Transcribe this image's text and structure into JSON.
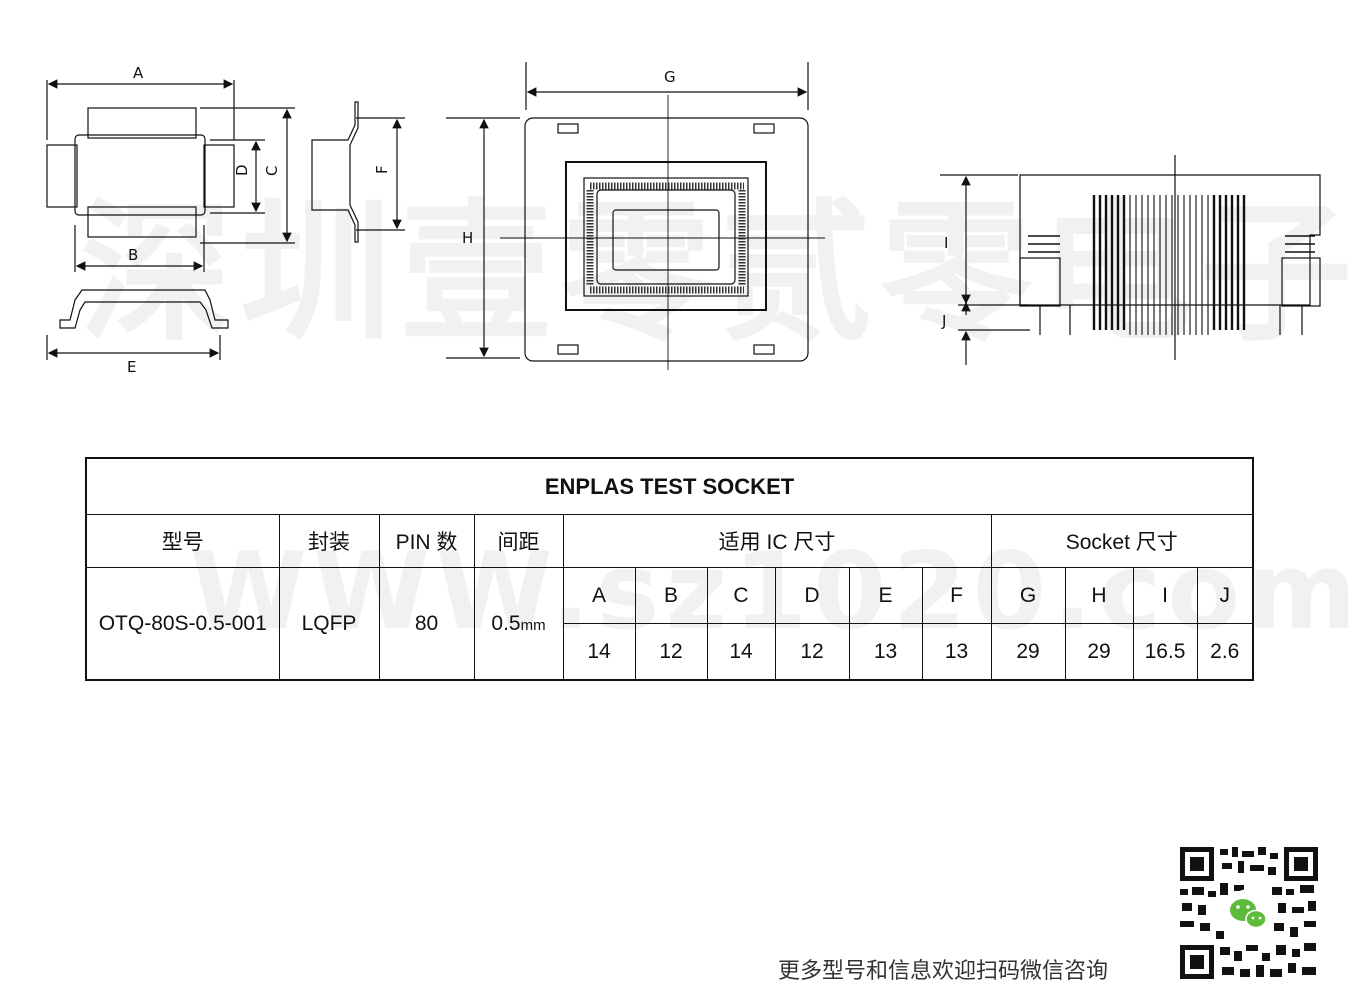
{
  "watermark": {
    "line1": "深圳壹零贰零电子",
    "line2": "WWW.sz1020.com"
  },
  "drawing_labels": {
    "A": "A",
    "B": "B",
    "C": "C",
    "D": "D",
    "E": "E",
    "F": "F",
    "G": "G",
    "H": "H",
    "I": "I",
    "J": "J"
  },
  "table": {
    "title": "ENPLAS TEST SOCKET",
    "headers": {
      "model": "型号",
      "package": "封装",
      "pin": "PIN 数",
      "pitch": "间距",
      "ic_dims": "适用 IC 尺寸",
      "socket_dims": "Socket 尺寸"
    },
    "dim_labels": [
      "A",
      "B",
      "C",
      "D",
      "E",
      "F",
      "G",
      "H",
      "I",
      "J"
    ],
    "row": {
      "model": "OTQ-80S-0.5-001",
      "package": "LQFP",
      "pin": "80",
      "pitch": "0.5",
      "pitch_unit": "mm",
      "values": [
        "14",
        "12",
        "14",
        "12",
        "13",
        "13",
        "29",
        "29",
        "16.5",
        "2.6"
      ]
    }
  },
  "footer": {
    "text": "更多型号和信息欢迎扫码微信咨询"
  },
  "icons": {
    "qr": "qr-code-icon",
    "wechat": "wechat-logo-icon"
  }
}
